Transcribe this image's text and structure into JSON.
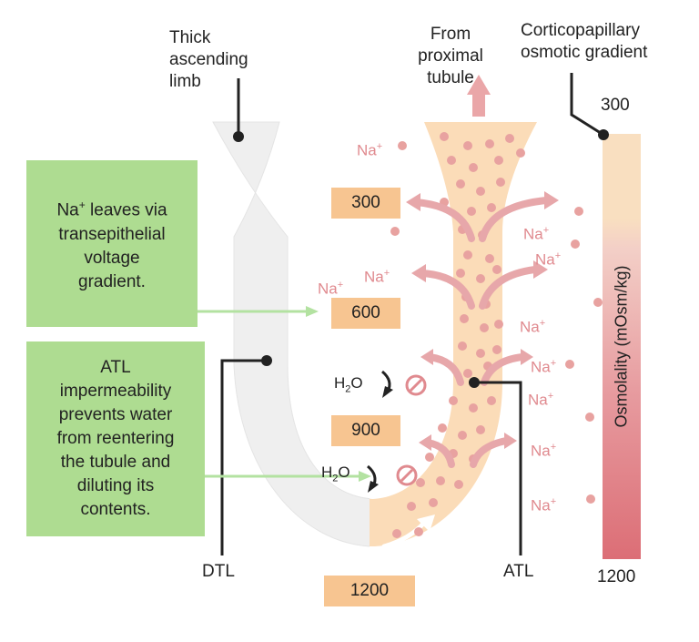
{
  "labels": {
    "thick_ascending_limb": [
      "Thick",
      "ascending",
      "limb"
    ],
    "from_proximal_tubule": [
      "From",
      "proximal",
      "tubule"
    ],
    "corticopapillary": [
      "Corticopapillary",
      "osmotic gradient"
    ],
    "dtl": "DTL",
    "atl": "ATL",
    "gradient_top": "300",
    "gradient_bottom": "1200",
    "osmolality_axis": "Osmolality (mOsm/kg)"
  },
  "osmolarity_boxes": [
    "300",
    "600",
    "900",
    "1200"
  ],
  "notes": {
    "na_leaves": [
      "leaves via",
      "transepithelial",
      "voltage",
      "gradient."
    ],
    "atl_impermeability": [
      "ATL",
      "impermeability",
      "prevents water",
      "from reentering",
      "the tubule and",
      "diluting its",
      "contents."
    ]
  },
  "ions": {
    "na": "Na",
    "plus": "+",
    "h2o_h": "H",
    "h2o_sub": "2",
    "h2o_o": "O"
  },
  "colors": {
    "tubule_left": "#efefef",
    "tubule_right": "#fbdcb8",
    "dot": "#e8a2a0",
    "arrow": "#e7a7aa",
    "note_bg": "#aedc91",
    "box_bg": "#f7c591",
    "gradient_top": "#f9dfc0",
    "gradient_bottom": "#dc6e76"
  }
}
